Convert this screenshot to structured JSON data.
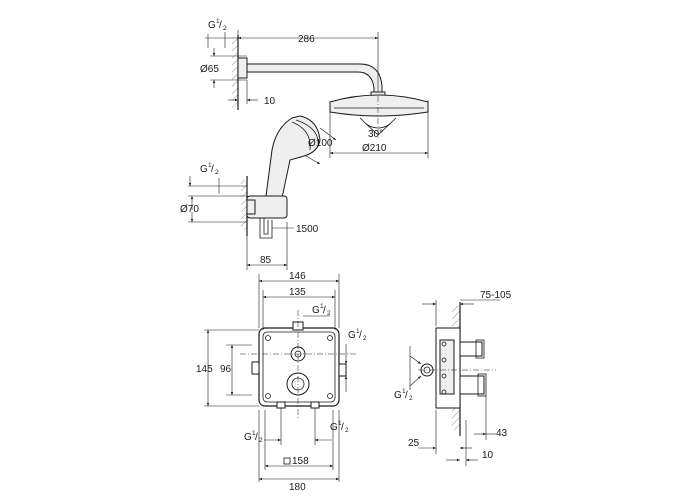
{
  "top_view": {
    "thread_top": "G",
    "thread_top_frac_num": "1",
    "thread_top_frac_den": "2",
    "arm_length": "286",
    "flange_dia": "Ø65",
    "wall_gap": "10",
    "hand_shower_dia": "Ø100",
    "head_angle": "30°",
    "head_dia": "Ø210",
    "thread_mid": "G",
    "thread_mid_frac_num": "1",
    "thread_mid_frac_den": "2",
    "holder_dia": "Ø70",
    "hose_length": "1500",
    "holder_depth": "85"
  },
  "front_view": {
    "width_outer": "146",
    "width_inner": "135",
    "thread_top": "G",
    "thread_top_frac_num": "1",
    "thread_top_frac_den": "2",
    "thread_right": "G",
    "thread_right_frac_num": "1",
    "thread_right_frac_den": "2",
    "height_outer": "145",
    "height_inner": "96",
    "thread_bl": "G",
    "thread_bl_frac_num": "1",
    "thread_bl_frac_den": "2",
    "thread_br": "G",
    "thread_br_frac_num": "1",
    "thread_br_frac_den": "2",
    "plate_square": "158",
    "plate_width": "180"
  },
  "side_view": {
    "depth_range": "75-105",
    "thread_left": "G",
    "thread_left_frac_num": "1",
    "thread_left_frac_den": "2",
    "dim_25": "25",
    "dim_43": "43",
    "dim_10": "10"
  }
}
